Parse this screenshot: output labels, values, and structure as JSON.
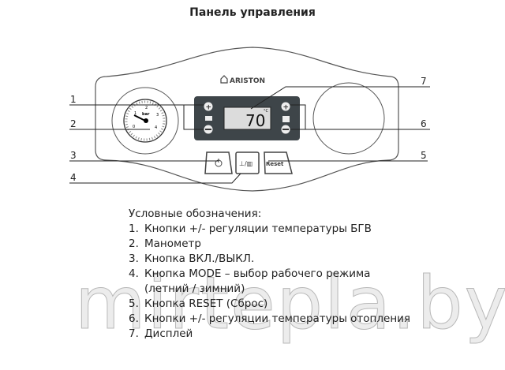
{
  "title": "Панель управления",
  "brand": "ARISTON",
  "display": {
    "temperature": "70",
    "unit": "°C"
  },
  "gauge": {
    "unit": "bar",
    "ticks": [
      "0",
      "1",
      "2",
      "3",
      "4"
    ]
  },
  "buttons": {
    "plus": "+",
    "minus": "−",
    "reset": "Reset"
  },
  "callouts": [
    "1",
    "2",
    "3",
    "4",
    "5",
    "6",
    "7"
  ],
  "legend": {
    "heading": "Условные обозначения:",
    "items": [
      {
        "num": "1.",
        "text": "Кнопки +/- регуляции температуры БГВ"
      },
      {
        "num": "2.",
        "text": "Манометр"
      },
      {
        "num": "3.",
        "text": "Кнопка ВКЛ./ВЫКЛ."
      },
      {
        "num": "4.",
        "text": "Кнопка MODE – выбор рабочего режима"
      },
      {
        "num": "",
        "text": "(летний / зимний)"
      },
      {
        "num": "5.",
        "text": "Кнопка RESET (Сброс)"
      },
      {
        "num": "6.",
        "text": "Кнопки +/- регуляции температуры отопления"
      },
      {
        "num": "7.",
        "text": "Дисплей"
      }
    ]
  },
  "watermark": "mirtepla.by"
}
